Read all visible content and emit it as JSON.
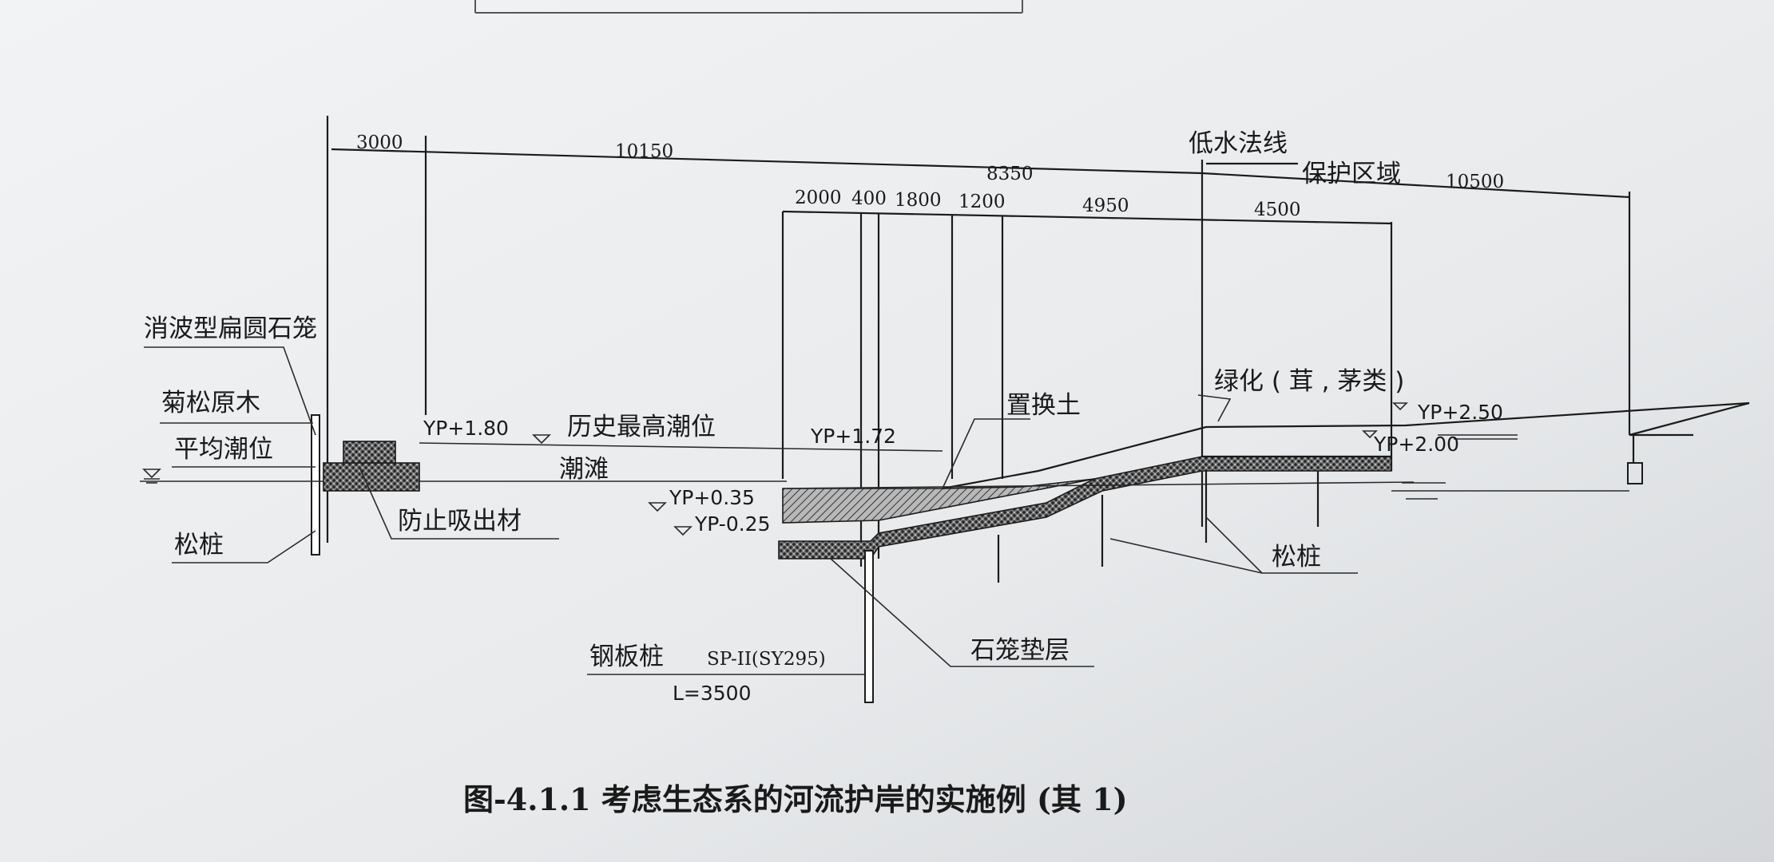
{
  "dimensions_top": {
    "d3000": "3000",
    "d10150": "10150",
    "d8350": "8350",
    "d10500": "10500"
  },
  "dimensions_mid": {
    "d2000": "2000",
    "d400": "400",
    "d1800": "1800",
    "d1200": "1200",
    "d4950": "4950",
    "d4500": "4500"
  },
  "labels": {
    "low_water_line": "低水法线",
    "protection_zone": "保护区域",
    "wave_gabion": "消波型扁圆石笼",
    "pine_log": "菊松原木",
    "mean_tide": "平均潮位",
    "pine_pile_left": "松桩",
    "historic_high_tide": "历史最高潮位",
    "tidal_flat": "潮滩",
    "anti_washout": "防止吸出材",
    "replacement_soil": "置换土",
    "greening": "绿化 ( 茸 , 茅类 )",
    "pine_pile_right": "松桩",
    "steel_sheet_pile": "钢板桩",
    "sheet_pile_spec": "SP-II(SY295)",
    "sheet_pile_length": "L=3500",
    "gabion_bedding": "石笼垫层"
  },
  "elevations": {
    "yp_180": "YP+1.80",
    "yp_172": "YP+1.72",
    "yp_035": "YP+0.35",
    "yp_m025": "YP-0.25",
    "yp_250": "YP+2.50",
    "yp_200": "YP+2.00"
  },
  "caption": "图-4.1.1  考虑生态系的河流护岸的实施例 (其 1)"
}
